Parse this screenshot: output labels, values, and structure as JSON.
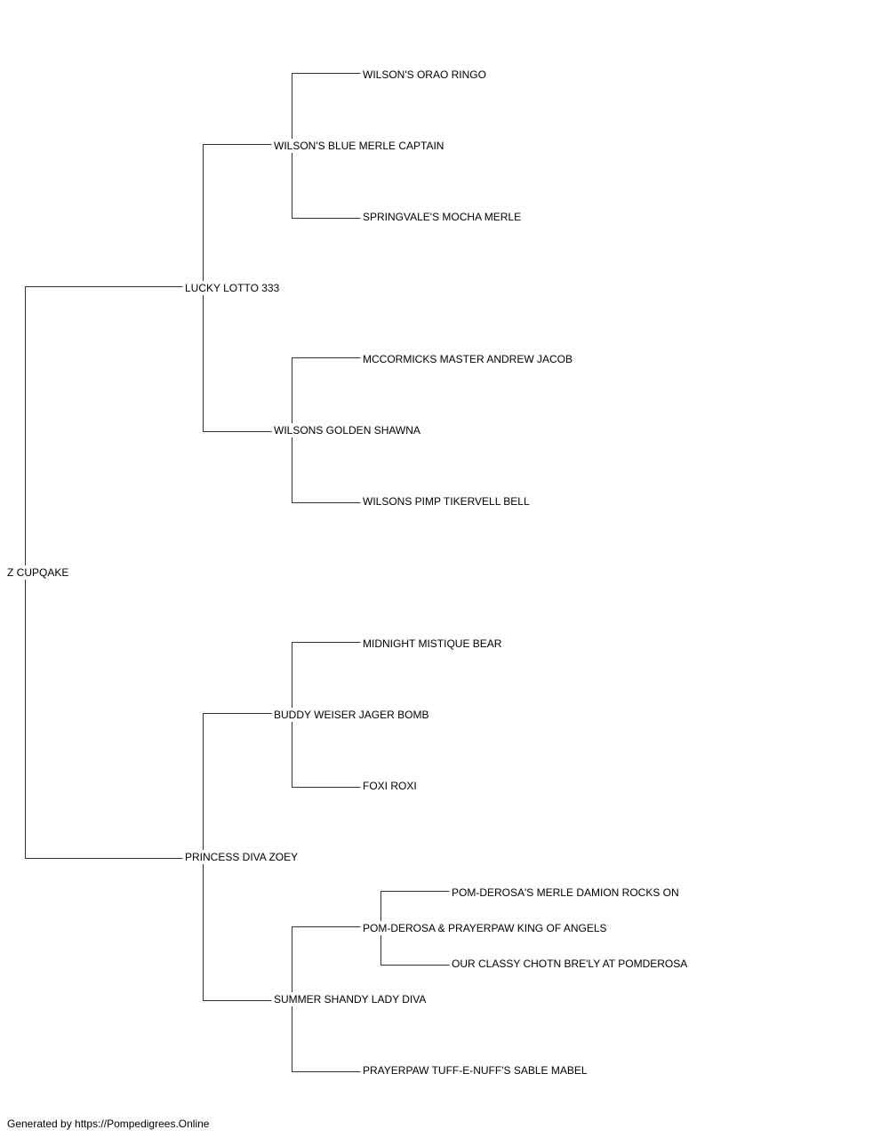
{
  "pedigree": {
    "subject": "Z CUPQAKE",
    "sire": {
      "name": "LUCKY LOTTO 333",
      "sire": {
        "name": "WILSON'S BLUE MERLE CAPTAIN",
        "sire": {
          "name": "WILSON'S ORAO RINGO"
        },
        "dam": {
          "name": "SPRINGVALE'S MOCHA MERLE"
        }
      },
      "dam": {
        "name": "WILSONS GOLDEN SHAWNA",
        "sire": {
          "name": "MCCORMICKS MASTER ANDREW JACOB"
        },
        "dam": {
          "name": "WILSONS PIMP TIKERVELL BELL"
        }
      }
    },
    "dam": {
      "name": "PRINCESS DIVA ZOEY",
      "sire": {
        "name": "BUDDY WEISER JAGER BOMB",
        "sire": {
          "name": "MIDNIGHT MISTIQUE BEAR"
        },
        "dam": {
          "name": "FOXI ROXI"
        }
      },
      "dam": {
        "name": "SUMMER SHANDY LADY DIVA",
        "sire": {
          "name": "POM-DEROSA & PRAYERPAW KING OF ANGELS",
          "sire": {
            "name": "POM-DEROSA'S MERLE DAMION ROCKS ON"
          },
          "dam": {
            "name": "OUR CLASSY CHOTN BRE'LY AT POMDEROSA"
          }
        },
        "dam": {
          "name": "PRAYERPAW TUFF-E-NUFF'S SABLE MABEL"
        }
      }
    }
  },
  "footer": {
    "text": "Generated by https://Pompedigrees.Online"
  }
}
